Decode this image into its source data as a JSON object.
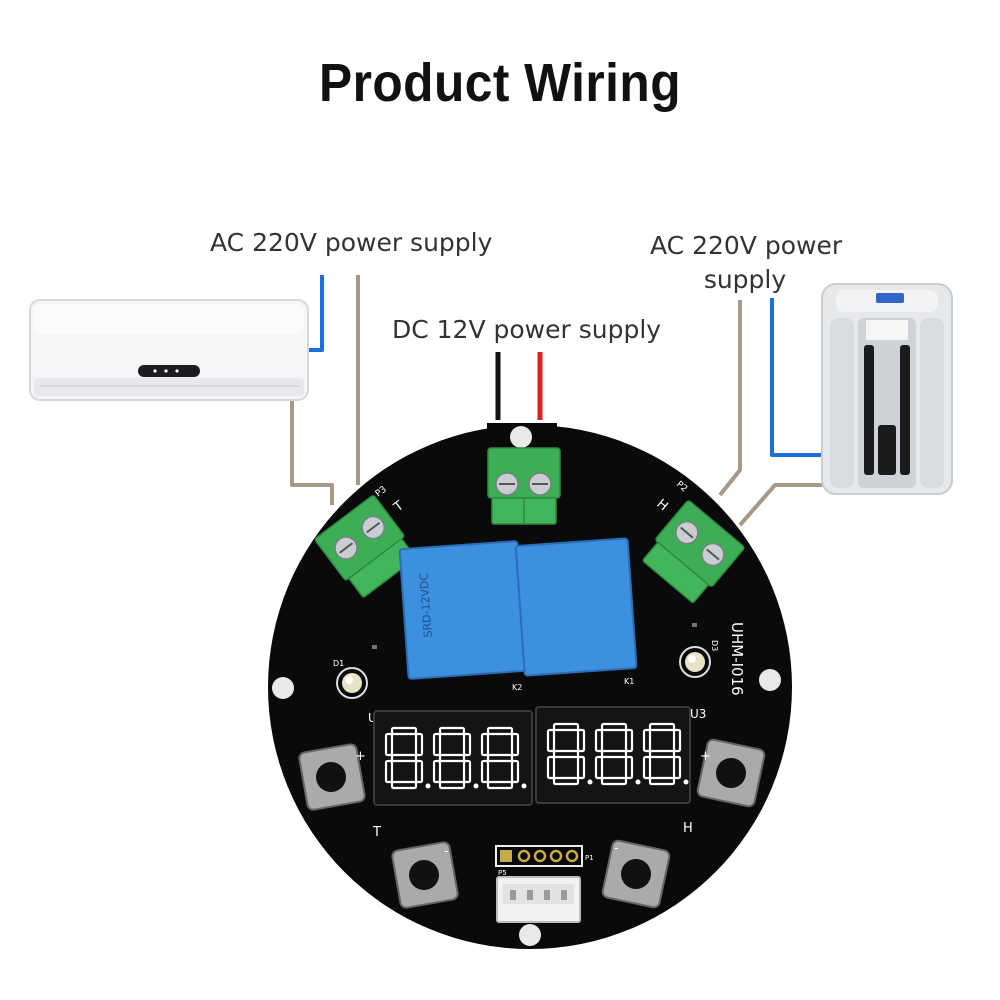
{
  "title": "Product Wiring",
  "labels": {
    "left": "AC 220V power supply",
    "dc": "DC 12V power supply",
    "right_line1": "AC 220V power",
    "right_line2": "supply"
  },
  "board": {
    "model": "UHM-I016",
    "terminals": {
      "left": "T",
      "left_ref": "P3",
      "right": "H",
      "right_ref": "P2"
    },
    "relays": {
      "k1": "K1",
      "k2": "K2",
      "relay_model": "SRD-12VDC"
    },
    "leds": {
      "d1": "D1",
      "d3": "D3"
    },
    "displays": {
      "u1": "U",
      "u3": "U3"
    },
    "buttons": {
      "plus_left": "+",
      "minus_left": "-",
      "t": "T",
      "plus_right": "+",
      "minus_right": "-",
      "h": "H"
    },
    "connectors": {
      "p1": "P1",
      "p5": "P5"
    }
  },
  "colors": {
    "wire_blue": "#1e6fd9",
    "wire_red": "#e02020",
    "wire_tan": "#a89886",
    "board": "#0a0a0a",
    "terminal": "#3dae55",
    "relay": "#3d8fe0",
    "seg": "#ffffff"
  }
}
